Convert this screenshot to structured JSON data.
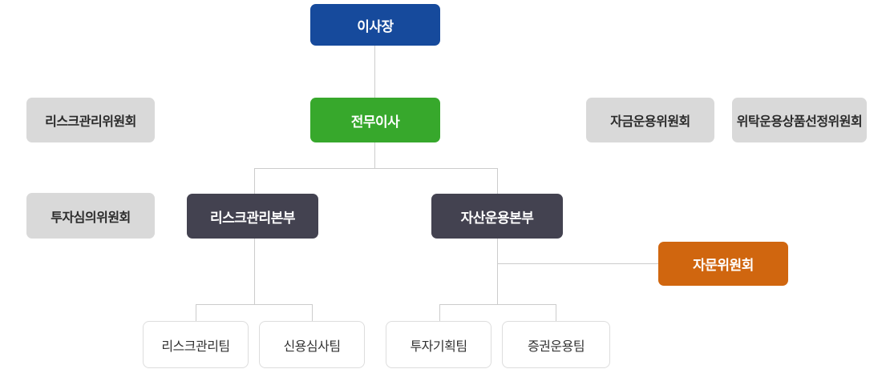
{
  "org_chart": {
    "type": "organization-chart",
    "colors": {
      "chairman_bg": "#164a9c",
      "executive_bg": "#37a82c",
      "division_bg": "#434250",
      "advisory_bg": "#d0660f",
      "committee_bg": "#d9d9d9",
      "team_bg": "#ffffff",
      "team_border": "#dddddd",
      "connector": "#cccccc",
      "text_on_color": "#ffffff",
      "text_dark": "#2b2b2b"
    },
    "nodes": {
      "chairman": {
        "label": "이사장"
      },
      "executive_director": {
        "label": "전무이사"
      },
      "risk_mgmt_committee": {
        "label": "리스크관리위원회"
      },
      "investment_review_committee": {
        "label": "투자심의위원회"
      },
      "fund_mgmt_committee": {
        "label": "자금운용위원회"
      },
      "entrusted_product_selection_committee": {
        "label": "위탁운용상품선정위원회"
      },
      "risk_mgmt_division": {
        "label": "리스크관리본부"
      },
      "asset_mgmt_division": {
        "label": "자산운용본부"
      },
      "advisory_committee": {
        "label": "자문위원회"
      },
      "risk_mgmt_team": {
        "label": "리스크관리팀"
      },
      "credit_review_team": {
        "label": "신용심사팀"
      },
      "investment_planning_team": {
        "label": "투자기획팀"
      },
      "securities_mgmt_team": {
        "label": "증권운용팀"
      }
    },
    "edges": [
      [
        "chairman",
        "executive_director"
      ],
      [
        "executive_director",
        "risk_mgmt_division"
      ],
      [
        "executive_director",
        "asset_mgmt_division"
      ],
      [
        "risk_mgmt_division",
        "risk_mgmt_team"
      ],
      [
        "risk_mgmt_division",
        "credit_review_team"
      ],
      [
        "asset_mgmt_division",
        "investment_planning_team"
      ],
      [
        "asset_mgmt_division",
        "securities_mgmt_team"
      ],
      [
        "asset_mgmt_division",
        "advisory_committee"
      ]
    ]
  }
}
